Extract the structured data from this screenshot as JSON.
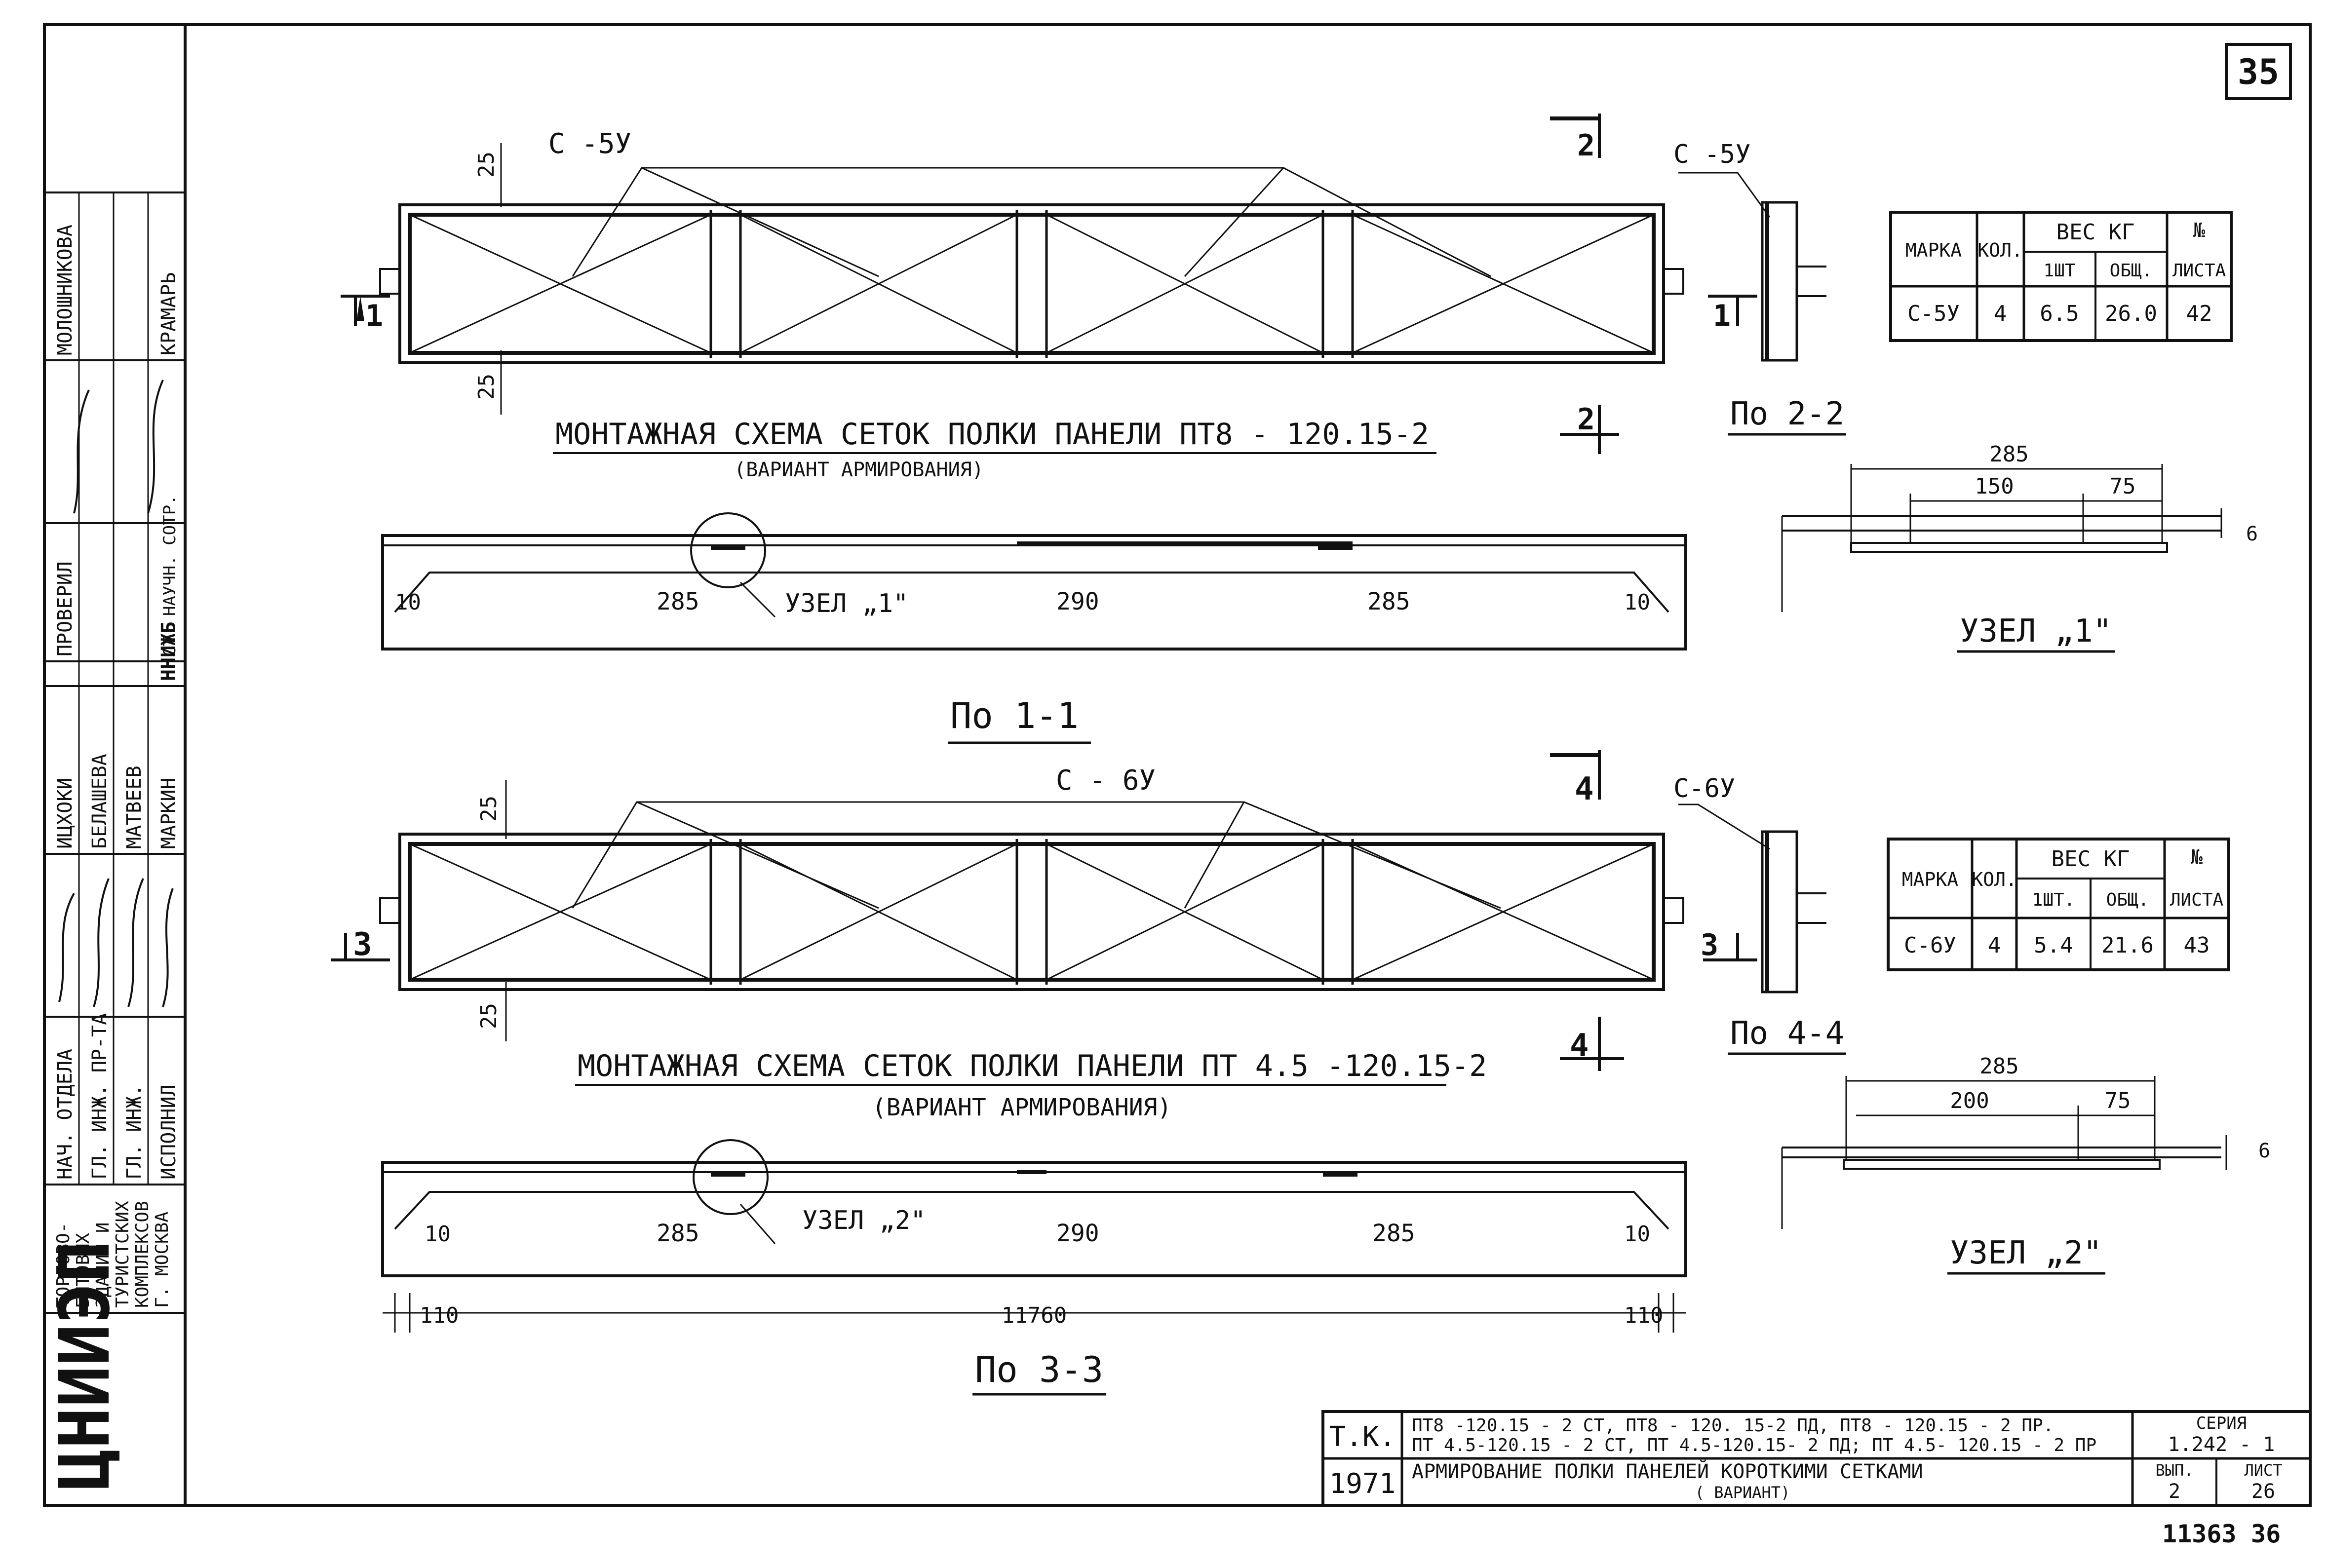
{
  "sheet_number": "35",
  "scheme1": {
    "title": "МОНТАЖНАЯ СХЕМА СЕТОК ПОЛКИ ПАНЕЛИ ПТ8 - 120.15-2",
    "subtitle": "(ВАРИАНТ АРМИРОВАНИЯ)",
    "mesh_label": "С -5У",
    "dim_edge_top": "25",
    "dim_edge_bottom": "25",
    "section_mark_left": "1",
    "section_mark_right": "1",
    "section_mark_top": "2",
    "section_mark_mid": "2"
  },
  "section1": {
    "caption": "По 1-1",
    "node_label": "УЗЕЛ „1\"",
    "dims": [
      "10",
      "285",
      "290",
      "285",
      "10"
    ]
  },
  "detail1": {
    "mesh_label": "С -5У",
    "caption": "По 2-2"
  },
  "table1": {
    "headers": {
      "mark": "МАРКА",
      "qty": "КОЛ.",
      "weight": "ВЕС КГ",
      "one": "1ШТ",
      "total": "ОБЩ.",
      "sheet_no": "№",
      "sheet": "ЛИСТА"
    },
    "row": {
      "mark": "С-5У",
      "qty": "4",
      "one": "6.5",
      "total": "26.0",
      "sheet": "42"
    }
  },
  "node1": {
    "caption": "УЗЕЛ „1\"",
    "dim_total": "285",
    "dim_a": "150",
    "dim_b": "75",
    "dim_side": "6"
  },
  "scheme2": {
    "title": "МОНТАЖНАЯ СХЕМА СЕТОК ПОЛКИ ПАНЕЛИ ПТ 4.5 -120.15-2",
    "subtitle": "(ВАРИАНТ АРМИРОВАНИЯ)",
    "mesh_label": "С - 6У",
    "dim_edge_top": "25",
    "dim_edge_bottom": "25",
    "section_mark_left": "3",
    "section_mark_right": "3",
    "section_mark_top": "4",
    "section_mark_mid": "4"
  },
  "section3": {
    "caption": "По 3-3",
    "node_label": "УЗЕЛ „2\"",
    "dims": [
      "10",
      "285",
      "290",
      "285",
      "10"
    ],
    "overall": [
      "110",
      "11760",
      "110"
    ]
  },
  "detail2": {
    "mesh_label": "С-6У",
    "caption": "По 4-4"
  },
  "table2": {
    "headers": {
      "mark": "МАРКА",
      "qty": "КОЛ.",
      "weight": "ВЕС КГ",
      "one": "1ШТ.",
      "total": "ОБЩ.",
      "sheet_no": "№",
      "sheet": "ЛИСТА"
    },
    "row": {
      "mark": "С-6У",
      "qty": "4",
      "one": "5.4",
      "total": "21.6",
      "sheet": "43"
    }
  },
  "node2": {
    "caption": "УЗЕЛ „2\"",
    "dim_total": "285",
    "dim_a": "200",
    "dim_b": "75",
    "dim_side": "6"
  },
  "side_stamp": {
    "org": "ЦНИИЭП",
    "org_desc": [
      "ТОРГОВО-",
      "БЫТОВЫХ",
      "ЗДАНИЙ И",
      "ТУРИСТСКИХ",
      "КОМПЛЕКСОВ",
      "Г. МОСКВА"
    ],
    "roles": [
      "НАЧ. ОТДЕЛА",
      "ГЛ. ИНЖ. ПР-ТА",
      "ГЛ. ИНЖ.",
      "ИСПОЛНИЛ"
    ],
    "names": [
      "ИЦХОКИ",
      "БЕЛАШЕВА",
      "МАТВЕЕВ",
      "МАРКИН"
    ],
    "dept": "ННИЖБ",
    "check_label": "ПРОВЕРИЛ",
    "check_role": "СТ. НАУЧН. СОТР.",
    "check_names": [
      "МОЛОШНИКОВА",
      "КРАМАРЬ"
    ]
  },
  "title_block": {
    "tk": "Т.К.",
    "year": "1971",
    "products_1": "ПТ8 -120.15 - 2 СТ, ПТ8 - 120. 15-2 ПД, ПТ8 - 120.15 - 2 ПР.",
    "products_2": "ПТ 4.5-120.15 - 2 СТ, ПТ 4.5-120.15- 2 ПД; ПТ 4.5- 120.15 - 2 ПР",
    "title": "АРМИРОВАНИЕ ПОЛКИ ПАНЕЛЕЙ КОРОТКИМИ СЕТКАМИ",
    "title_sub": "( ВАРИАНТ)",
    "series_label": "СЕРИЯ",
    "series": "1.242 - 1",
    "issue_label": "ВЫП.",
    "issue": "2",
    "sheet_label": "ЛИСТ",
    "sheet": "26"
  },
  "footer_ref": "11363",
  "footer_page": "36"
}
